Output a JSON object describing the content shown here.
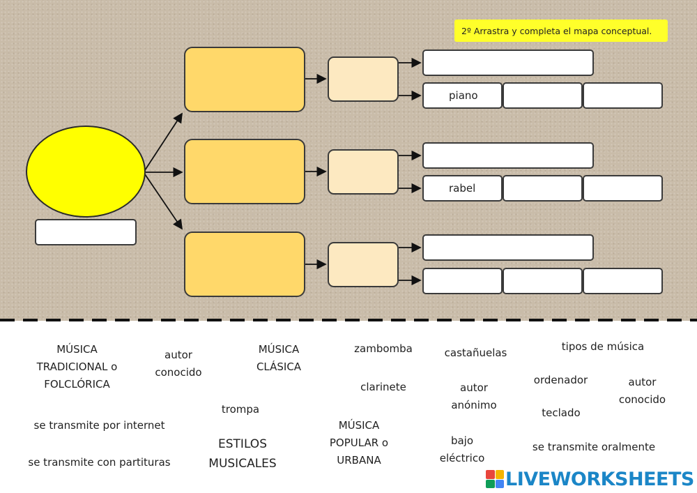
{
  "instruction": "2º Arrastra y completa el mapa conceptual.",
  "map": {
    "row1_example": "piano",
    "row2_example": "rabel"
  },
  "words": {
    "musica_tradicional": "MÚSICA\nTRADICIONAL o\nFOLCLÓRICA",
    "autor_conocido_1": "autor\nconocido",
    "musica_clasica": "MÚSICA\nCLÁSICA",
    "zambomba": "zambomba",
    "castanuelas": "castañuelas",
    "tipos_de_musica": "tipos de música",
    "clarinete": "clarinete",
    "autor_anonimo": "autor\nanónimo",
    "ordenador": "ordenador",
    "autor_conocido_2": "autor\nconocido",
    "trompa": "trompa",
    "teclado": "teclado",
    "se_transmite_internet": "se transmite por internet",
    "musica_popular": "MÚSICA\nPOPULAR o\nURBANA",
    "bajo_electrico": "bajo\neléctrico",
    "se_transmite_oralmente": "se transmite oralmente",
    "estilos_musicales": "ESTILOS\nMUSICALES",
    "se_transmite_partituras": "se transmite con partituras"
  },
  "logo": {
    "text": "LIVEWORKSHEETS",
    "colors": [
      "#e8453c",
      "#f4b400",
      "#0f9d58",
      "#4285f4"
    ]
  }
}
